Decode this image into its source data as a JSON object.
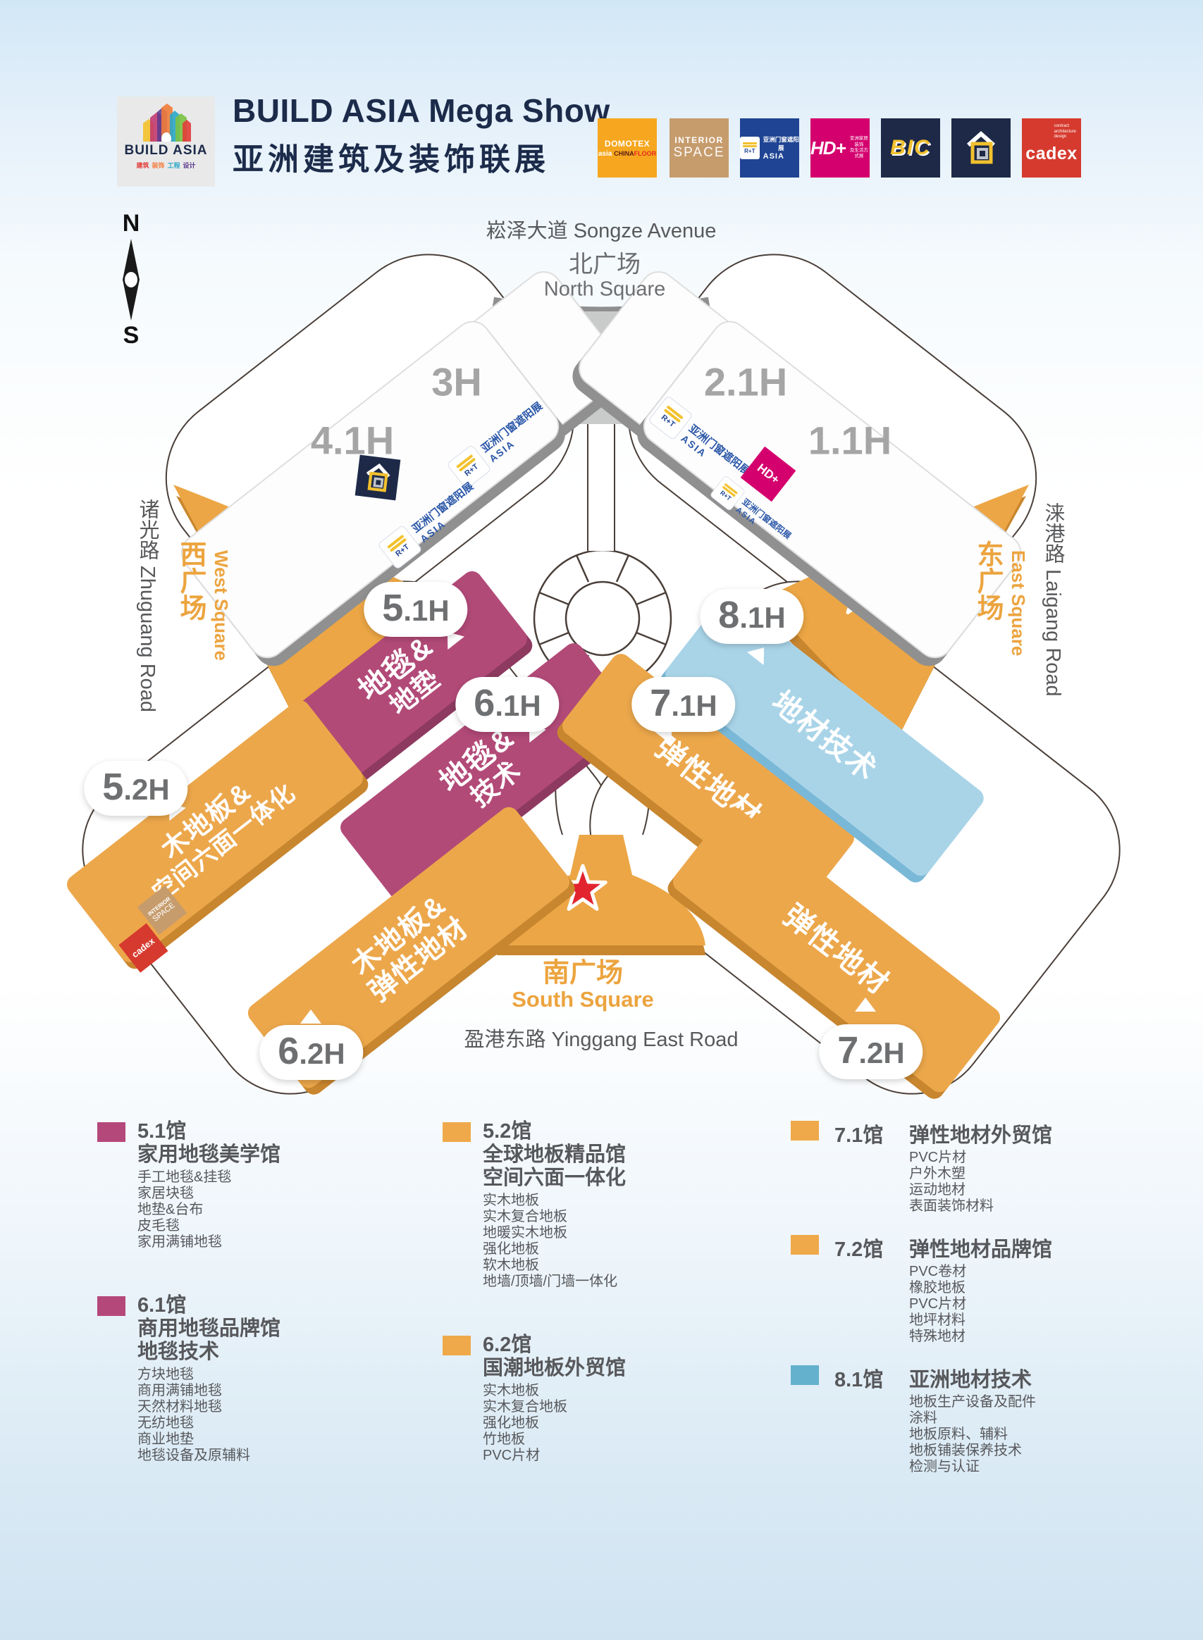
{
  "colors": {
    "navy": "#1c2b4a",
    "magenta": "#b24a78",
    "orange": "#eca74b",
    "blue_hall": "#a9d4e8",
    "legend_magenta": "#b5487a",
    "legend_orange": "#efa94a",
    "legend_blue": "#64b1ce",
    "star_red": "#e2242f",
    "orange_text": "#eca43f",
    "gray_text": "#58595b"
  },
  "header": {
    "logo_box": {
      "brand": "BUILD ASIA",
      "tagline": [
        "建筑",
        "装饰",
        "工程",
        "设计"
      ]
    },
    "title_en": "BUILD ASIA Mega Show",
    "title_zh": "亚洲建筑及装饰联展",
    "logos": {
      "domotex": {
        "line1": "DOMOTEX",
        "asia": "asia",
        "china": "CHINA",
        "floor": "FLOOR"
      },
      "interior": {
        "line1": "INTERIOR",
        "line2": "SPACE"
      },
      "rt": {
        "brand": "R+T",
        "zh": "亚洲门窗遮阳展",
        "en": "ASIA"
      },
      "hd": {
        "brand": "HD+",
        "zh1": "亚洲家居装饰",
        "zh2": "及生活方式展"
      },
      "bic": {
        "brand": "BIC"
      },
      "cadex": {
        "brand": "cadex",
        "tag1": "contract",
        "tag2": "architecture",
        "tag3": "design"
      }
    }
  },
  "map": {
    "compass": {
      "n": "N",
      "s": "S"
    },
    "north_avenue": "崧泽大道 Songze Avenue",
    "north_square_zh": "北广场",
    "north_square_en": "North Square",
    "west_road": "诸光路 Zhuguang Road",
    "west_square_zh": "西广场",
    "west_square_en": "West Square",
    "east_road": "涞港路 Laigang Road",
    "east_square_zh": "东广场",
    "east_square_en": "East Square",
    "south_square_zh": "南广场",
    "south_square_en": "South Square",
    "south_road": "盈港东路 Yinggang East Road",
    "halls": {
      "h3": {
        "label": "3H"
      },
      "h41": {
        "label": "4.1H"
      },
      "h21": {
        "label": "2.1H"
      },
      "h11": {
        "label": "1.1H"
      }
    },
    "pills": {
      "p51": {
        "num": "5",
        "suffix": ".1H"
      },
      "p61": {
        "num": "6",
        "suffix": ".1H"
      },
      "p71": {
        "num": "7",
        "suffix": ".1H"
      },
      "p81": {
        "num": "8",
        "suffix": ".1H"
      },
      "p52": {
        "num": "5",
        "suffix": ".2H"
      },
      "p62": {
        "num": "6",
        "suffix": ".2H"
      },
      "p72": {
        "num": "7",
        "suffix": ".2H"
      }
    },
    "zones": {
      "z51": {
        "line1": "地毯&",
        "line2": "地垫"
      },
      "z61": {
        "line1": "地毯&",
        "line2": "技术"
      },
      "z52": {
        "line1": "木地板&",
        "line2": "空间六面一体化"
      },
      "z62": {
        "line1": "木地板&",
        "line2": "弹性地材"
      },
      "z71": {
        "line1": "弹性地材"
      },
      "z81": {
        "line1": "地材技术"
      },
      "z72": {
        "line1": "弹性地材"
      }
    },
    "map_logos": {
      "rt_brand": "R+T",
      "rt_zh": "亚洲门窗遮阳展",
      "rt_en": "ASIA",
      "hd": "HD+",
      "cadex": "cadex",
      "interior1": "INTERIOR",
      "interior2": "SPACE"
    }
  },
  "legend": {
    "columns": [
      {
        "inline": false,
        "blocks": [
          {
            "color": "#b5487a",
            "titles": [
              "5.1馆",
              "家用地毯美学馆"
            ],
            "items": [
              "手工地毯&挂毯",
              "家居块毯",
              "地垫&台布",
              "皮毛毯",
              "家用满铺地毯"
            ]
          },
          {
            "color": "#b5487a",
            "titles": [
              "6.1馆",
              "商用地毯品牌馆",
              "地毯技术"
            ],
            "items": [
              "方块地毯",
              "商用满铺地毯",
              "天然材料地毯",
              "无纺地毯",
              "商业地垫",
              "地毯设备及原辅料"
            ]
          }
        ]
      },
      {
        "inline": false,
        "blocks": [
          {
            "color": "#efa94a",
            "titles": [
              "5.2馆",
              "全球地板精品馆",
              "空间六面一体化"
            ],
            "items": [
              "实木地板",
              "实木复合地板",
              "地暖实木地板",
              "强化地板",
              "软木地板",
              "地墙/顶墙/门墙一体化"
            ]
          },
          {
            "color": "#efa94a",
            "titles": [
              "6.2馆",
              "国潮地板外贸馆"
            ],
            "items": [
              "实木地板",
              "实木复合地板",
              "强化地板",
              "竹地板",
              "PVC片材"
            ]
          }
        ]
      },
      {
        "inline": true,
        "blocks": [
          {
            "color": "#efa94a",
            "num": "7.1馆",
            "name": "弹性地材外贸馆",
            "items": [
              "PVC片材",
              "户外木塑",
              "运动地材",
              "表面装饰材料"
            ]
          },
          {
            "color": "#efa94a",
            "num": "7.2馆",
            "name": "弹性地材品牌馆",
            "items": [
              "PVC卷材",
              "橡胶地板",
              "PVC片材",
              "地坪材料",
              "特殊地材"
            ]
          },
          {
            "color": "#64b1ce",
            "num": "8.1馆",
            "name": "亚洲地材技术",
            "items": [
              "地板生产设备及配件",
              "涂料",
              "地板原料、辅料",
              "地板铺装保养技术",
              "检测与认证"
            ]
          }
        ]
      }
    ]
  }
}
